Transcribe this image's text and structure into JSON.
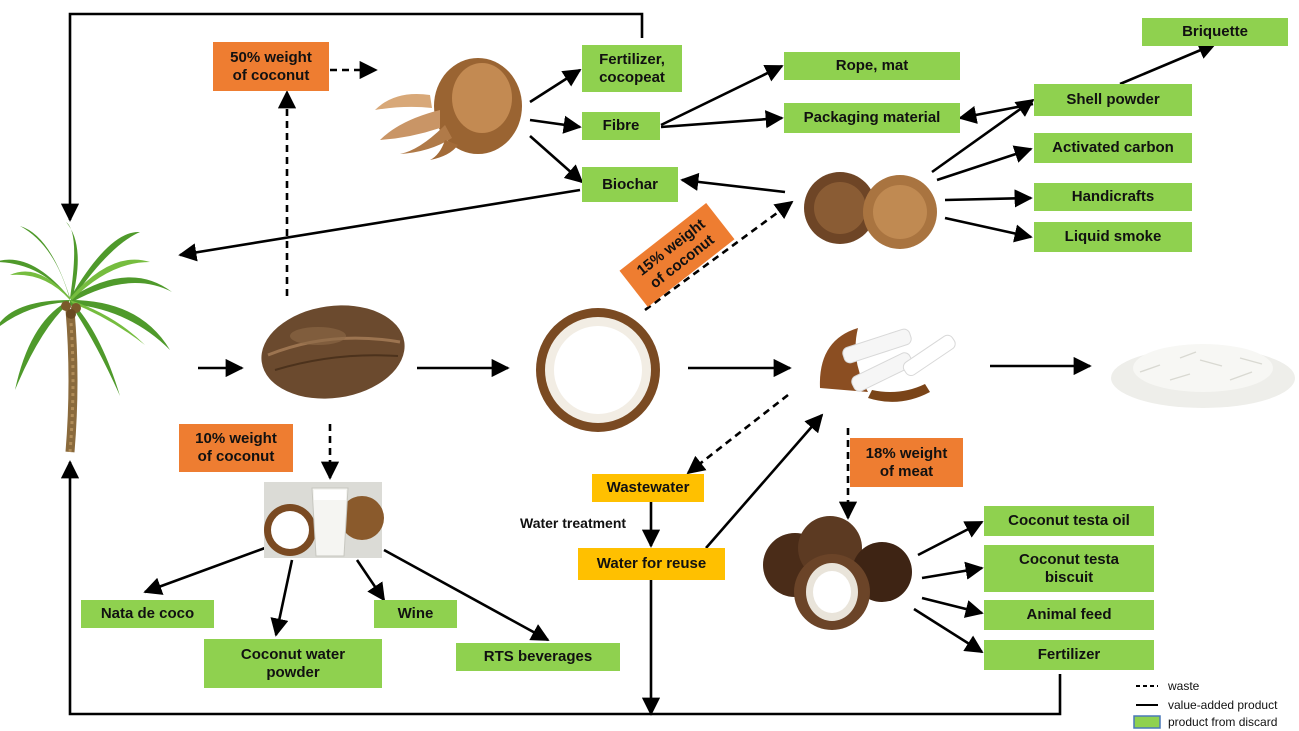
{
  "colors": {
    "product_green": "#8fd14f",
    "weight_orange": "#ee7d31",
    "water_yellow": "#ffc000",
    "line": "#000000"
  },
  "nodes": {
    "husk_weight": "50% weight\nof coconut",
    "fertilizer_cocopeat": "Fertilizer,\ncocopeat",
    "fibre": "Fibre",
    "biochar": "Biochar",
    "rope_mat": "Rope, mat",
    "packaging_material": "Packaging material",
    "briquette": "Briquette",
    "shell_powder": "Shell powder",
    "activated_carbon": "Activated carbon",
    "handicrafts": "Handicrafts",
    "liquid_smoke": "Liquid smoke",
    "shell_weight": "15% weight\nof coconut",
    "water_weight": "10% weight\nof coconut",
    "nata_de_coco": "Nata de coco",
    "coconut_water_powder": "Coconut water\npowder",
    "wine": "Wine",
    "rts_beverages": "RTS beverages",
    "wastewater": "Wastewater",
    "water_treatment": "Water treatment",
    "water_for_reuse": "Water for reuse",
    "testa_weight": "18% weight\nof meat",
    "coconut_testa_oil": "Coconut testa oil",
    "coconut_testa_biscuit": "Coconut testa\nbiscuit",
    "animal_feed": "Animal feed",
    "fertilizer": "Fertilizer"
  },
  "legend": {
    "waste": "waste",
    "value_added": "value-added product",
    "discard": "product from discard"
  }
}
